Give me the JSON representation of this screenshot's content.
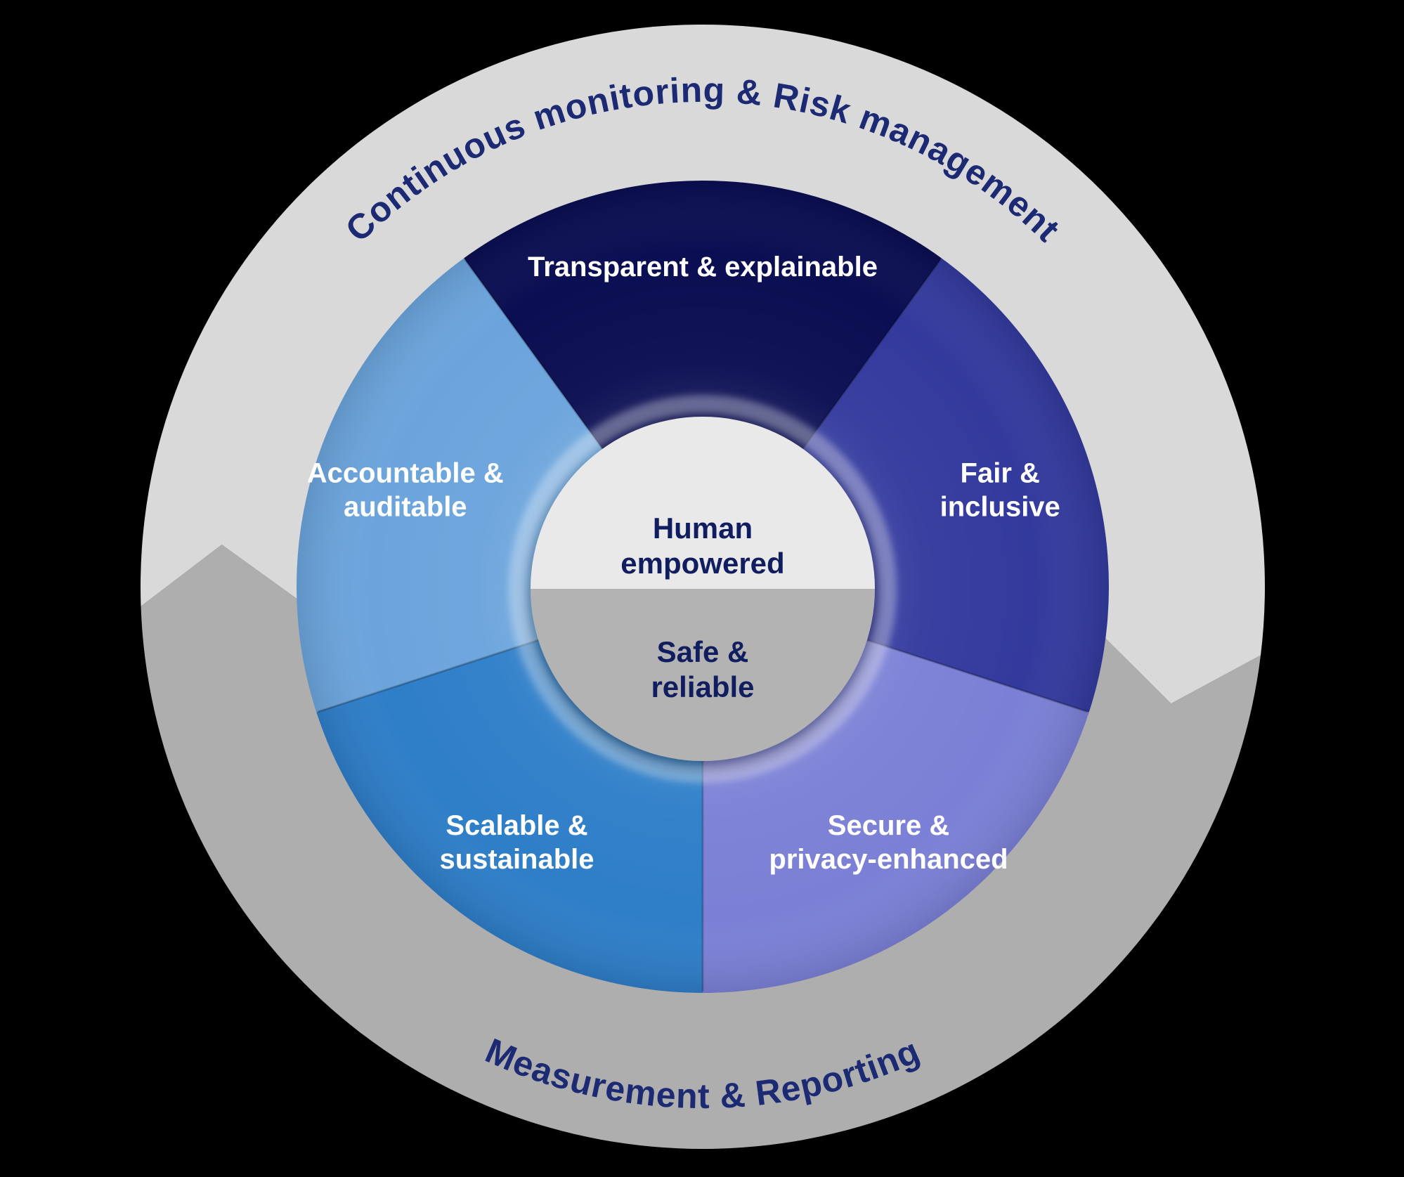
{
  "diagram": {
    "background_color": "#000000",
    "label_text_color": "#ffffff",
    "outer_ring": {
      "top_arc": {
        "label": "Continuous monitoring & Risk management",
        "band_color": "#d9d9d9",
        "text_color": "#1c2a74"
      },
      "bottom_arc": {
        "label": "Measurement & Reporting",
        "band_color": "#aeaeae",
        "text_color": "#1c2a74"
      }
    },
    "segments": [
      {
        "id": "transparent-explainable",
        "label_lines": [
          "Transparent & explainable"
        ],
        "color": "#0a0e52",
        "start_angle": -36,
        "end_angle": 36,
        "label_angle": 0,
        "label_radius": 455
      },
      {
        "id": "fair-inclusive",
        "label_lines": [
          "Fair &",
          "inclusive"
        ],
        "color": "#333a9d",
        "start_angle": 36,
        "end_angle": 108,
        "label_angle": 72,
        "label_radius": 445
      },
      {
        "id": "secure-privacy-enhanced",
        "label_lines": [
          "Secure &",
          "privacy-enhanced"
        ],
        "color": "#7b80d6",
        "start_angle": 108,
        "end_angle": 180,
        "label_angle": 144,
        "label_radius": 450
      },
      {
        "id": "scalable-sustainable",
        "label_lines": [
          "Scalable &",
          "sustainable"
        ],
        "color": "#2e7ec8",
        "start_angle": 180,
        "end_angle": 252,
        "label_angle": 216,
        "label_radius": 450
      },
      {
        "id": "accountable-auditable",
        "label_lines": [
          "Accountable &",
          "auditable"
        ],
        "color": "#6ba4dc",
        "start_angle": 252,
        "end_angle": 324,
        "label_angle": 288,
        "label_radius": 445
      }
    ],
    "center": {
      "top_half": {
        "label_lines": [
          "Human",
          "empowered"
        ],
        "color": "#e9e9e9",
        "text_color": "#101d5e"
      },
      "bottom_half": {
        "label_lines": [
          "Safe &",
          "reliable"
        ],
        "color": "#b3b3b3",
        "text_color": "#101d5e"
      }
    }
  }
}
